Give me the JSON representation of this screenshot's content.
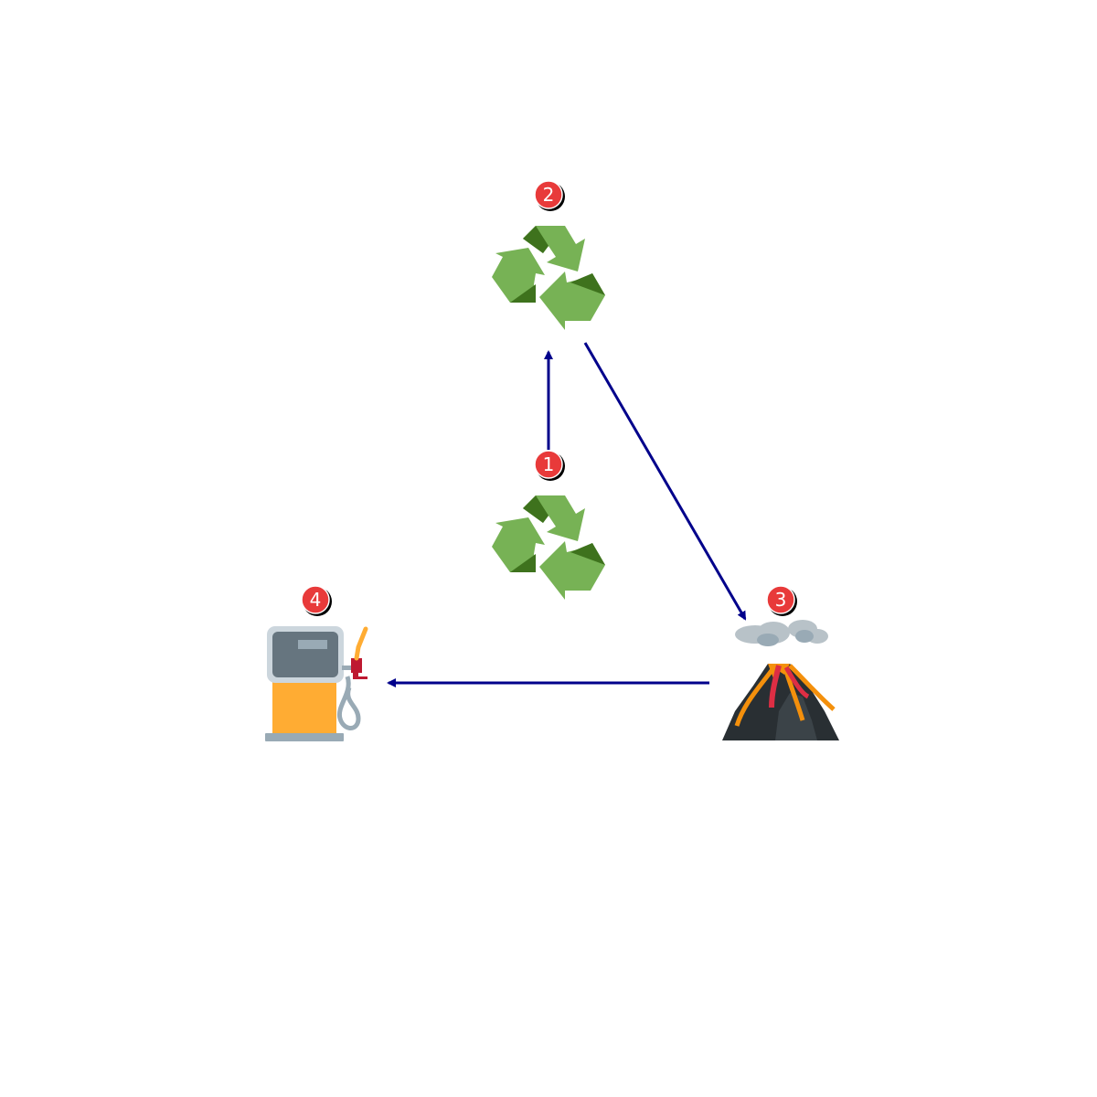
{
  "colors": {
    "background": "#ffffff",
    "arrow": "#00008b",
    "badge_fill": "#e83a3a",
    "recycle_light": "#77b255",
    "recycle_dark": "#3e721d",
    "pump_body": "#ffac33",
    "pump_head": "#66757f",
    "pump_hose": "#99aab5",
    "nozzle": "#be1931",
    "volcano_rock": "#292f33",
    "volcano_rock_light": "#3b4348",
    "lava": "#f4900c",
    "lava_hot": "#dd2e44",
    "smoke": "#b8c2c8"
  },
  "nodes": [
    {
      "id": "n1",
      "badge": "1",
      "icon": "recycle-icon"
    },
    {
      "id": "n2",
      "badge": "2",
      "icon": "recycle-icon"
    },
    {
      "id": "n3",
      "badge": "3",
      "icon": "volcano-icon"
    },
    {
      "id": "n4",
      "badge": "4",
      "icon": "fuel-pump-icon"
    }
  ],
  "edges": [
    {
      "from": "n1",
      "to": "n2"
    },
    {
      "from": "n2",
      "to": "n3"
    },
    {
      "from": "n3",
      "to": "n4"
    }
  ]
}
